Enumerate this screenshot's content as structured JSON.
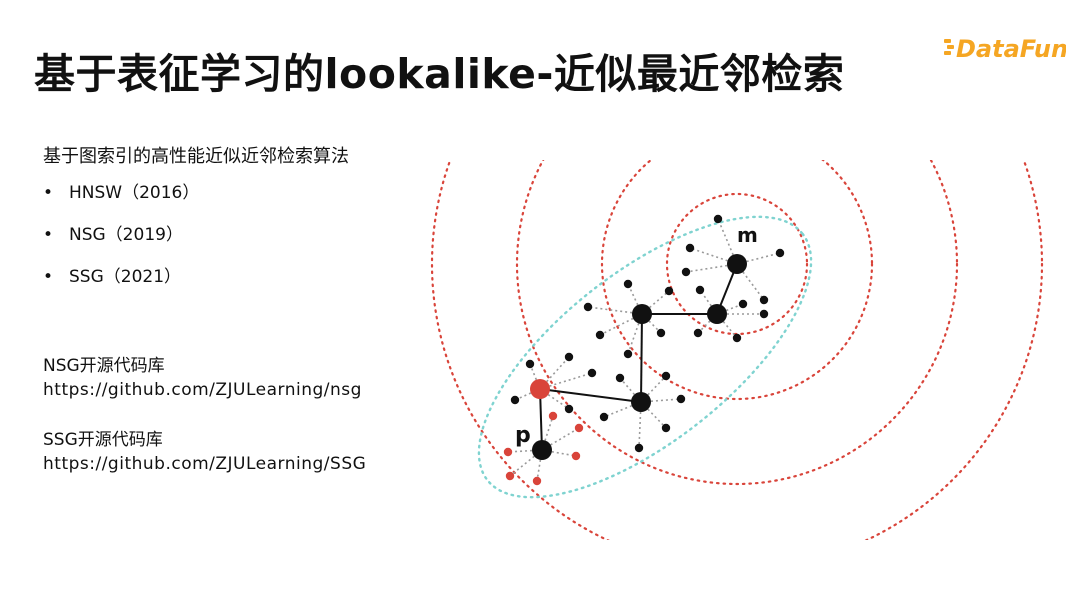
{
  "slide": {
    "title": "基于表征学习的lookalike-近似最近邻检索",
    "subtitle": "基于图索引的高性能近似近邻检索算法",
    "bullets": [
      {
        "marker": "•",
        "text": "HNSW（2016）"
      },
      {
        "marker": "•",
        "text": "NSG（2019）"
      },
      {
        "marker": "•",
        "text": "SSG（2021）"
      }
    ],
    "repos": {
      "nsg": {
        "name": "NSG开源代码库",
        "url": "https://github.com/ZJULearning/nsg"
      },
      "ssg": {
        "name": "SSG开源代码库",
        "url": "https://github.com/ZJULearning/SSG"
      }
    }
  },
  "logo": {
    "text": "DataFun.",
    "color": "#f5a623"
  },
  "figure": {
    "label_m": "m",
    "label_p": "p",
    "colors": {
      "circle": "#d9443a",
      "ellipse": "#7fd3d0",
      "node": "#111111",
      "query": "#d9443a",
      "spoke": "#9a9a9a"
    }
  }
}
